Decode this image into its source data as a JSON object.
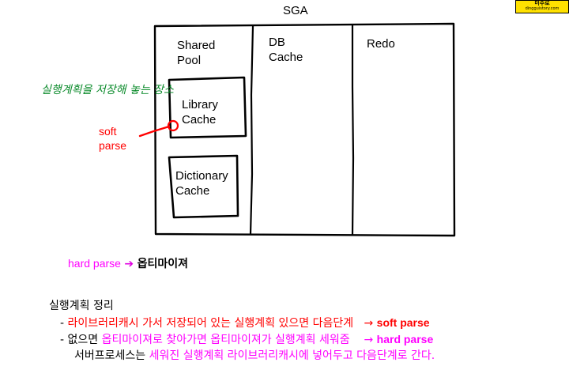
{
  "title": "SGA",
  "shared_pool": {
    "line1": "Shared",
    "line2": "Pool"
  },
  "db_cache": {
    "line1": "DB",
    "line2": "Cache"
  },
  "redo": "Redo",
  "library_cache": {
    "line1": "Library",
    "line2": "Cache"
  },
  "dictionary_cache": {
    "line1": "Dictionary",
    "line2": "Cache"
  },
  "annotation_green": "실행계획을 저장해 놓는 장소",
  "soft_parse": {
    "line1": "soft",
    "line2": "parse"
  },
  "hard_parse": {
    "label": "hard parse",
    "arrow": "➔",
    "target": "옵티마이져"
  },
  "logo": {
    "top": "미주로",
    "bottom": "dingguistory.com"
  },
  "notes": {
    "heading": "실행계획 정리",
    "bullet1": {
      "dash": "-",
      "text": "라이브러리캐시 가서 저장되어 있는 실행계획 있으면 다음단계",
      "arrow": "→",
      "result": "soft parse"
    },
    "bullet2": {
      "dash": "-",
      "prefix": "없으면",
      "text": "옵티마이져로 찾아가면 옵티마이져가 실행계획 세워줌",
      "arrow": "→",
      "result": "hard parse"
    },
    "line3": {
      "prefix": "서버프로세스는",
      "text": "세워진 실행계획 라이브러리캐시에 넣어두고 다음단계로 간다."
    }
  },
  "colors": {
    "red": "#ff0000",
    "magenta": "#ff00ff",
    "green": "#0a8a2a"
  }
}
